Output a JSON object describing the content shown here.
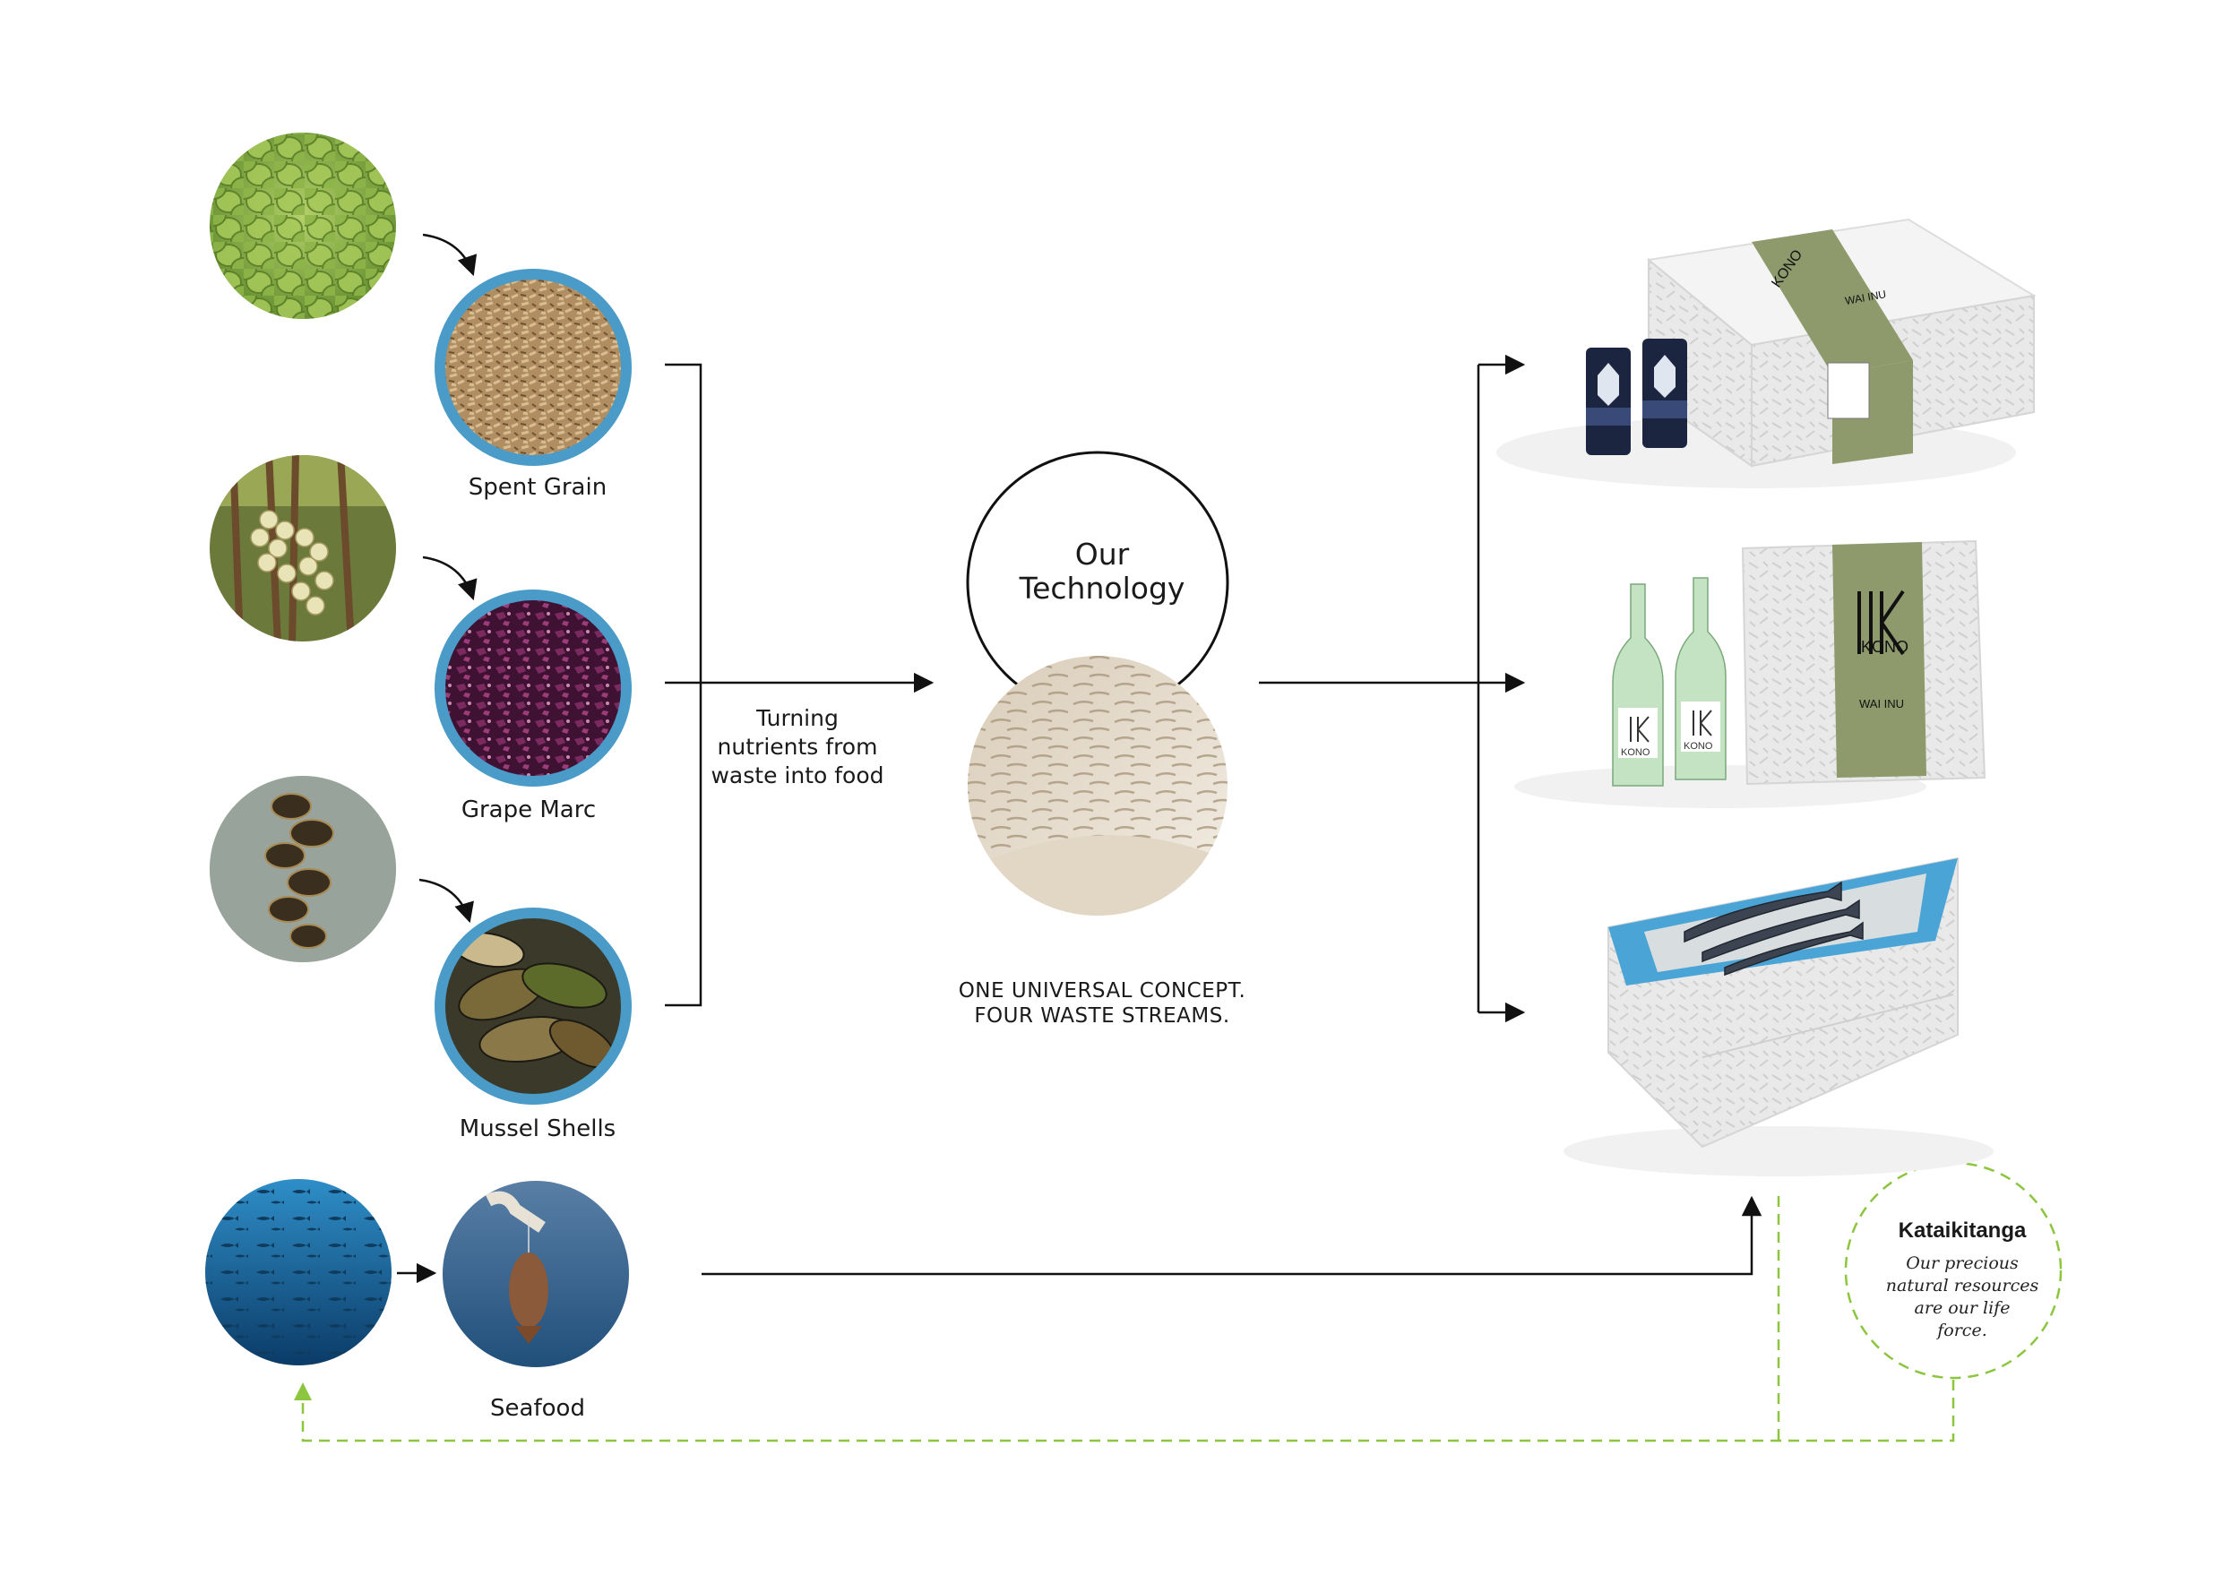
{
  "inputs": [
    {
      "label": "Spent Grain"
    },
    {
      "label": "Grape Marc"
    },
    {
      "label": "Mussel Shells"
    },
    {
      "label": "Seafood"
    }
  ],
  "center": {
    "title_lines": [
      "Our",
      "Technology"
    ],
    "transform_lines": [
      "Turning",
      "nutrients from",
      "waste into food"
    ],
    "concept_lines": [
      "ONE UNIVERSAL CONCEPT.",
      "FOUR WASTE STREAMS."
    ]
  },
  "products": {
    "brand": "KONO",
    "box_label": "WAI INU"
  },
  "value_note": {
    "title": "Kataikitanga",
    "body_lines": [
      "Our precious",
      "natural resources",
      "are our life",
      "force."
    ]
  },
  "colors": {
    "ring_blue": "#4a9bc7",
    "dashed_green": "#8cc63f",
    "line": "#111111",
    "kono_green": "#8e9a6c"
  }
}
